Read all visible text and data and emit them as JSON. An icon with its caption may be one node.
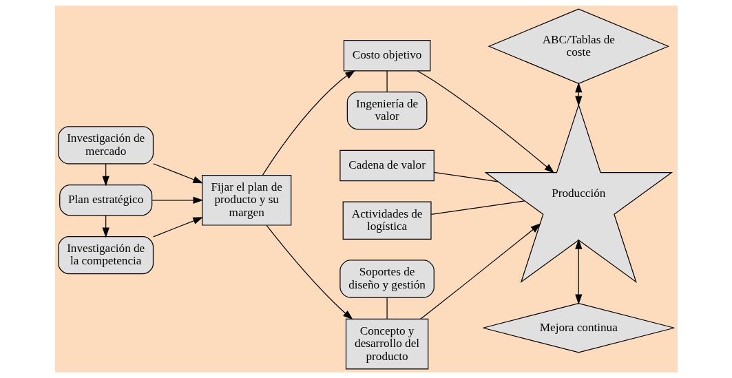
{
  "diagram": {
    "nodes": [
      {
        "text": [
          "Investigación de mercado"
        ]
      },
      {
        "text": [
          "Plan estratégico"
        ]
      },
      {
        "text": [
          "Investigación de la competencia"
        ]
      },
      {
        "text": [
          "Fijar el plan de producto y su margen"
        ]
      },
      {
        "text": [
          "Soportes de diseño y gestión"
        ]
      },
      {
        "text": [
          "Concepto y desarrollo del producto"
        ]
      },
      {
        "text": [
          "Costo objetivo"
        ]
      },
      {
        "text": [
          "Ingeniería de valor"
        ]
      },
      {
        "text": [
          "ABC/Tablas de coste"
        ]
      },
      {
        "text": [
          "Producción"
        ]
      },
      {
        "text": [
          "Cadena de valor"
        ]
      },
      {
        "text": [
          "Actividades de logística"
        ]
      },
      {
        "text": [
          "Mejora continua"
        ]
      }
    ],
    "edges": [
      {
        "from": 0,
        "to": 1,
        "arrow": "to"
      },
      {
        "from": 0,
        "to": 3,
        "arrow": "to"
      },
      {
        "from": 1,
        "to": 3,
        "arrow": "to"
      },
      {
        "from": 1,
        "to": 2,
        "arrow": "to"
      },
      {
        "from": 2,
        "to": 3,
        "arrow": "to"
      },
      {
        "from": 3,
        "to": 5,
        "arrow": "to"
      },
      {
        "from": 3,
        "to": 6,
        "arrow": "to"
      },
      {
        "from": 4,
        "to": 5,
        "arrow": "none"
      },
      {
        "from": 6,
        "to": 7,
        "arrow": "none"
      },
      {
        "from": 5,
        "to": 9,
        "arrow": "to"
      },
      {
        "from": 6,
        "to": 9,
        "arrow": "to"
      },
      {
        "from": 8,
        "to": 9,
        "arrow": "both"
      },
      {
        "from": 9,
        "to": 12,
        "arrow": "both"
      },
      {
        "from": 10,
        "to": 9,
        "arrow": "none"
      },
      {
        "from": 11,
        "to": 9,
        "arrow": "none"
      }
    ]
  }
}
